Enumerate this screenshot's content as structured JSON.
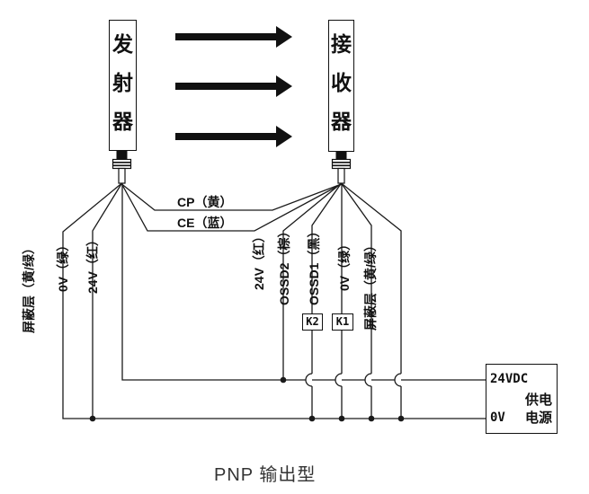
{
  "diagram": {
    "transmitter": {
      "label": "发射器"
    },
    "receiver": {
      "label": "接收器"
    },
    "beam_arrow_count": 3,
    "tx_wires": [
      {
        "label": "屏蔽层（黄/绿）"
      },
      {
        "label": "0V（绿）"
      },
      {
        "label": "24V（红）"
      }
    ],
    "link_wires": [
      {
        "label": "CP（黄）"
      },
      {
        "label": "CE（蓝）"
      }
    ],
    "rx_wires": [
      {
        "label": "24V（红）"
      },
      {
        "label": "OSSD2（棕）"
      },
      {
        "label": "OSSD1（黑）"
      },
      {
        "label": "0V（绿）"
      },
      {
        "label": "屏蔽层（黄/绿）"
      }
    ],
    "relays": [
      {
        "label": "K2"
      },
      {
        "label": "K1"
      }
    ],
    "power_supply": {
      "terminal_24v": "24VDC",
      "terminal_0v": "0V",
      "name_line1": "供电",
      "name_line2": "电源"
    },
    "caption": "PNP 输出型",
    "colors": {
      "line": "#1a1a1a",
      "fill": "#111111",
      "background": "#ffffff"
    }
  }
}
